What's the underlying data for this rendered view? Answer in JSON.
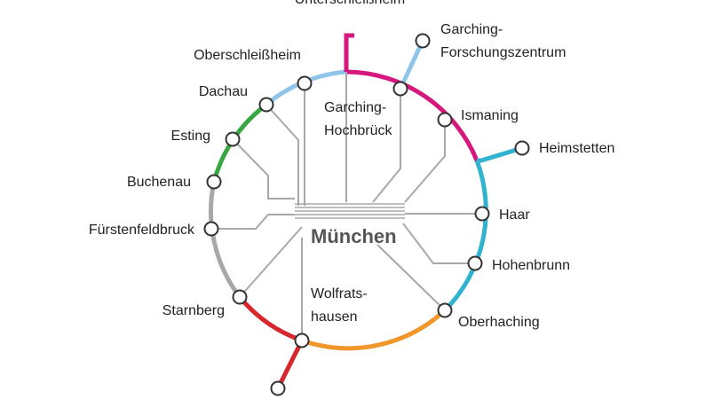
{
  "center": {
    "name": "München"
  },
  "stations": {
    "unterschleissheim": "Unterschleißheim",
    "oberschleissheim": "Oberschleißheim",
    "dachau": "Dachau",
    "esting": "Esting",
    "buchenau": "Buchenau",
    "fuerstenfeldbruck": "Fürstenfeldbruck",
    "starnberg": "Starnberg",
    "wolfratshausen_1": "Wolfrats-",
    "wolfratshausen_2": "hausen",
    "oberhaching": "Oberhaching",
    "hohenbrunn": "Hohenbrunn",
    "haar": "Haar",
    "heimstetten": "Heimstetten",
    "ismaning": "Ismaning",
    "garching_hochbrueck_1": "Garching-",
    "garching_hochbrueck_2": "Hochbrück",
    "garching_forschung_1": "Garching-",
    "garching_forschung_2": "Forschungszentrum"
  },
  "colors": {
    "magenta": "#d6177d",
    "light_blue": "#8ec5e8",
    "cyan": "#2fb3d0",
    "green": "#3aa641",
    "gray": "#a8a8a8",
    "red": "#d7262d",
    "orange": "#f0962a"
  }
}
